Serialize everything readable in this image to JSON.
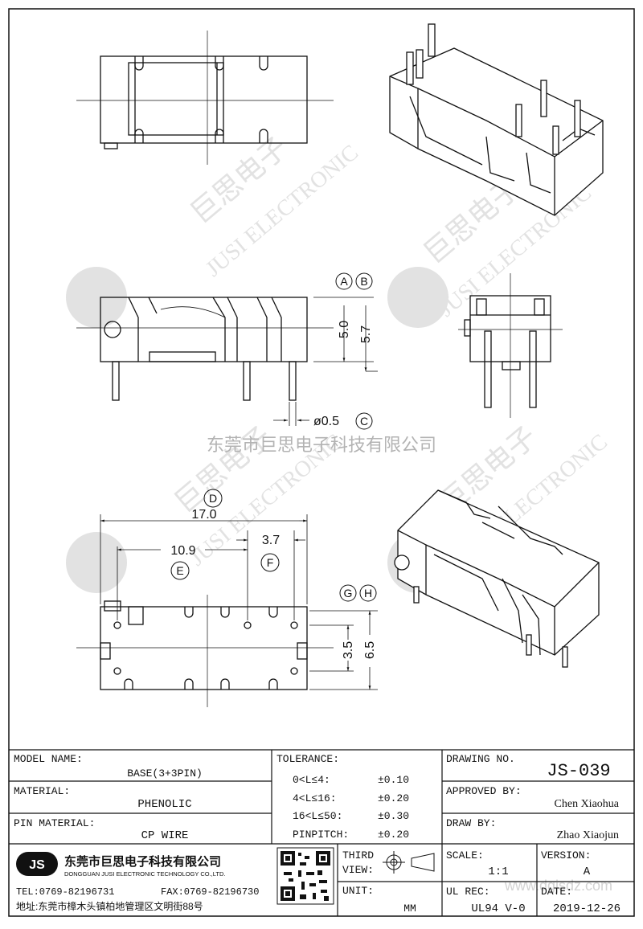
{
  "watermark": {
    "brand_cn": "巨思电子",
    "brand_en": "JUSI ELECTRONIC",
    "logo": "JS",
    "company_cn": "东莞市巨思电子科技有限公司",
    "site": "www.dgjsdz.com"
  },
  "dimensions": {
    "A": "A",
    "B": "B",
    "C": "C",
    "D": "D",
    "E": "E",
    "F": "F",
    "G": "G",
    "H": "H",
    "a_val": "5.0",
    "b_val": "5.7",
    "c_val": "ø0.5",
    "d_val": "17.0",
    "e_val": "10.9",
    "f_val": "3.7",
    "g_val": "3.5",
    "h_val": "6.5"
  },
  "title_block": {
    "model_label": "MODEL NAME:",
    "model_value": "BASE(3+3PIN)",
    "material_label": "MATERIAL:",
    "material_value": "PHENOLIC",
    "pin_label": "PIN MATERIAL:",
    "pin_value": "CP WIRE",
    "tolerance_label": "TOLERANCE:",
    "tolerances": [
      {
        "range": "0<L≤4:",
        "value": "±0.10"
      },
      {
        "range": "4<L≤16:",
        "value": "±0.20"
      },
      {
        "range": "16<L≤50:",
        "value": "±0.30"
      },
      {
        "range": "PINPITCH:",
        "value": "±0.20"
      }
    ],
    "drawing_no_label": "DRAWING NO.",
    "drawing_no_value": "JS-039",
    "approved_label": "APPROVED BY:",
    "approved_value": "Chen Xiaohua",
    "draw_label": "DRAW BY:",
    "draw_value": "Zhao Xiaojun",
    "company_cn": "东莞市巨思电子科技有限公司",
    "company_en": "DONGGUAN JUSI ELECTRONIC TECHNOLOGY CO.,LTD.",
    "tel": "TEL:0769-82196731",
    "fax": "FAX:0769-82196730",
    "address": "地址:东莞市樟木头镇柏地管理区文明街88号",
    "logo": "JS",
    "view_label_1": "THIRD",
    "view_label_2": "VIEW:",
    "unit_label": "UNIT:",
    "unit_value": "MM",
    "scale_label": "SCALE:",
    "scale_value": "1:1",
    "version_label": "VERSION:",
    "version_value": "A",
    "ul_label": "UL REC:",
    "ul_value": "UL94 V-0",
    "date_label": "DATE:",
    "date_value": "2019-12-26"
  }
}
